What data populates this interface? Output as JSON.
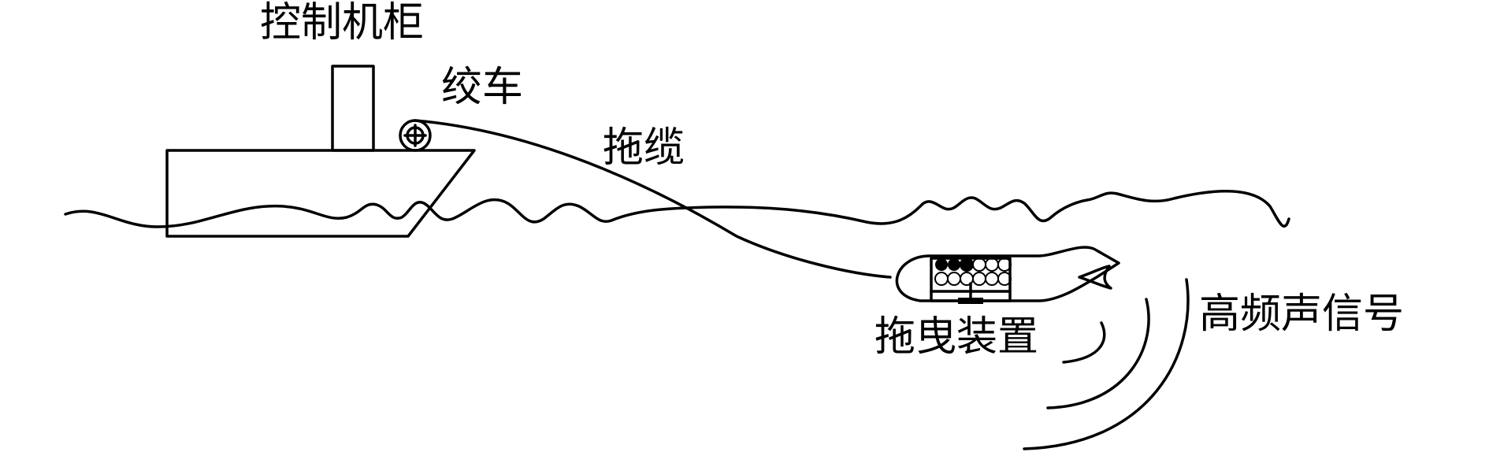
{
  "labels": {
    "control_cabinet": "控制机柜",
    "winch": "绞车",
    "tow_cable": "拖缆",
    "towed_device": "拖曳装置",
    "hf_sound_signal": "高频声信号"
  },
  "colors": {
    "line": "#000000",
    "background": "#ffffff"
  }
}
